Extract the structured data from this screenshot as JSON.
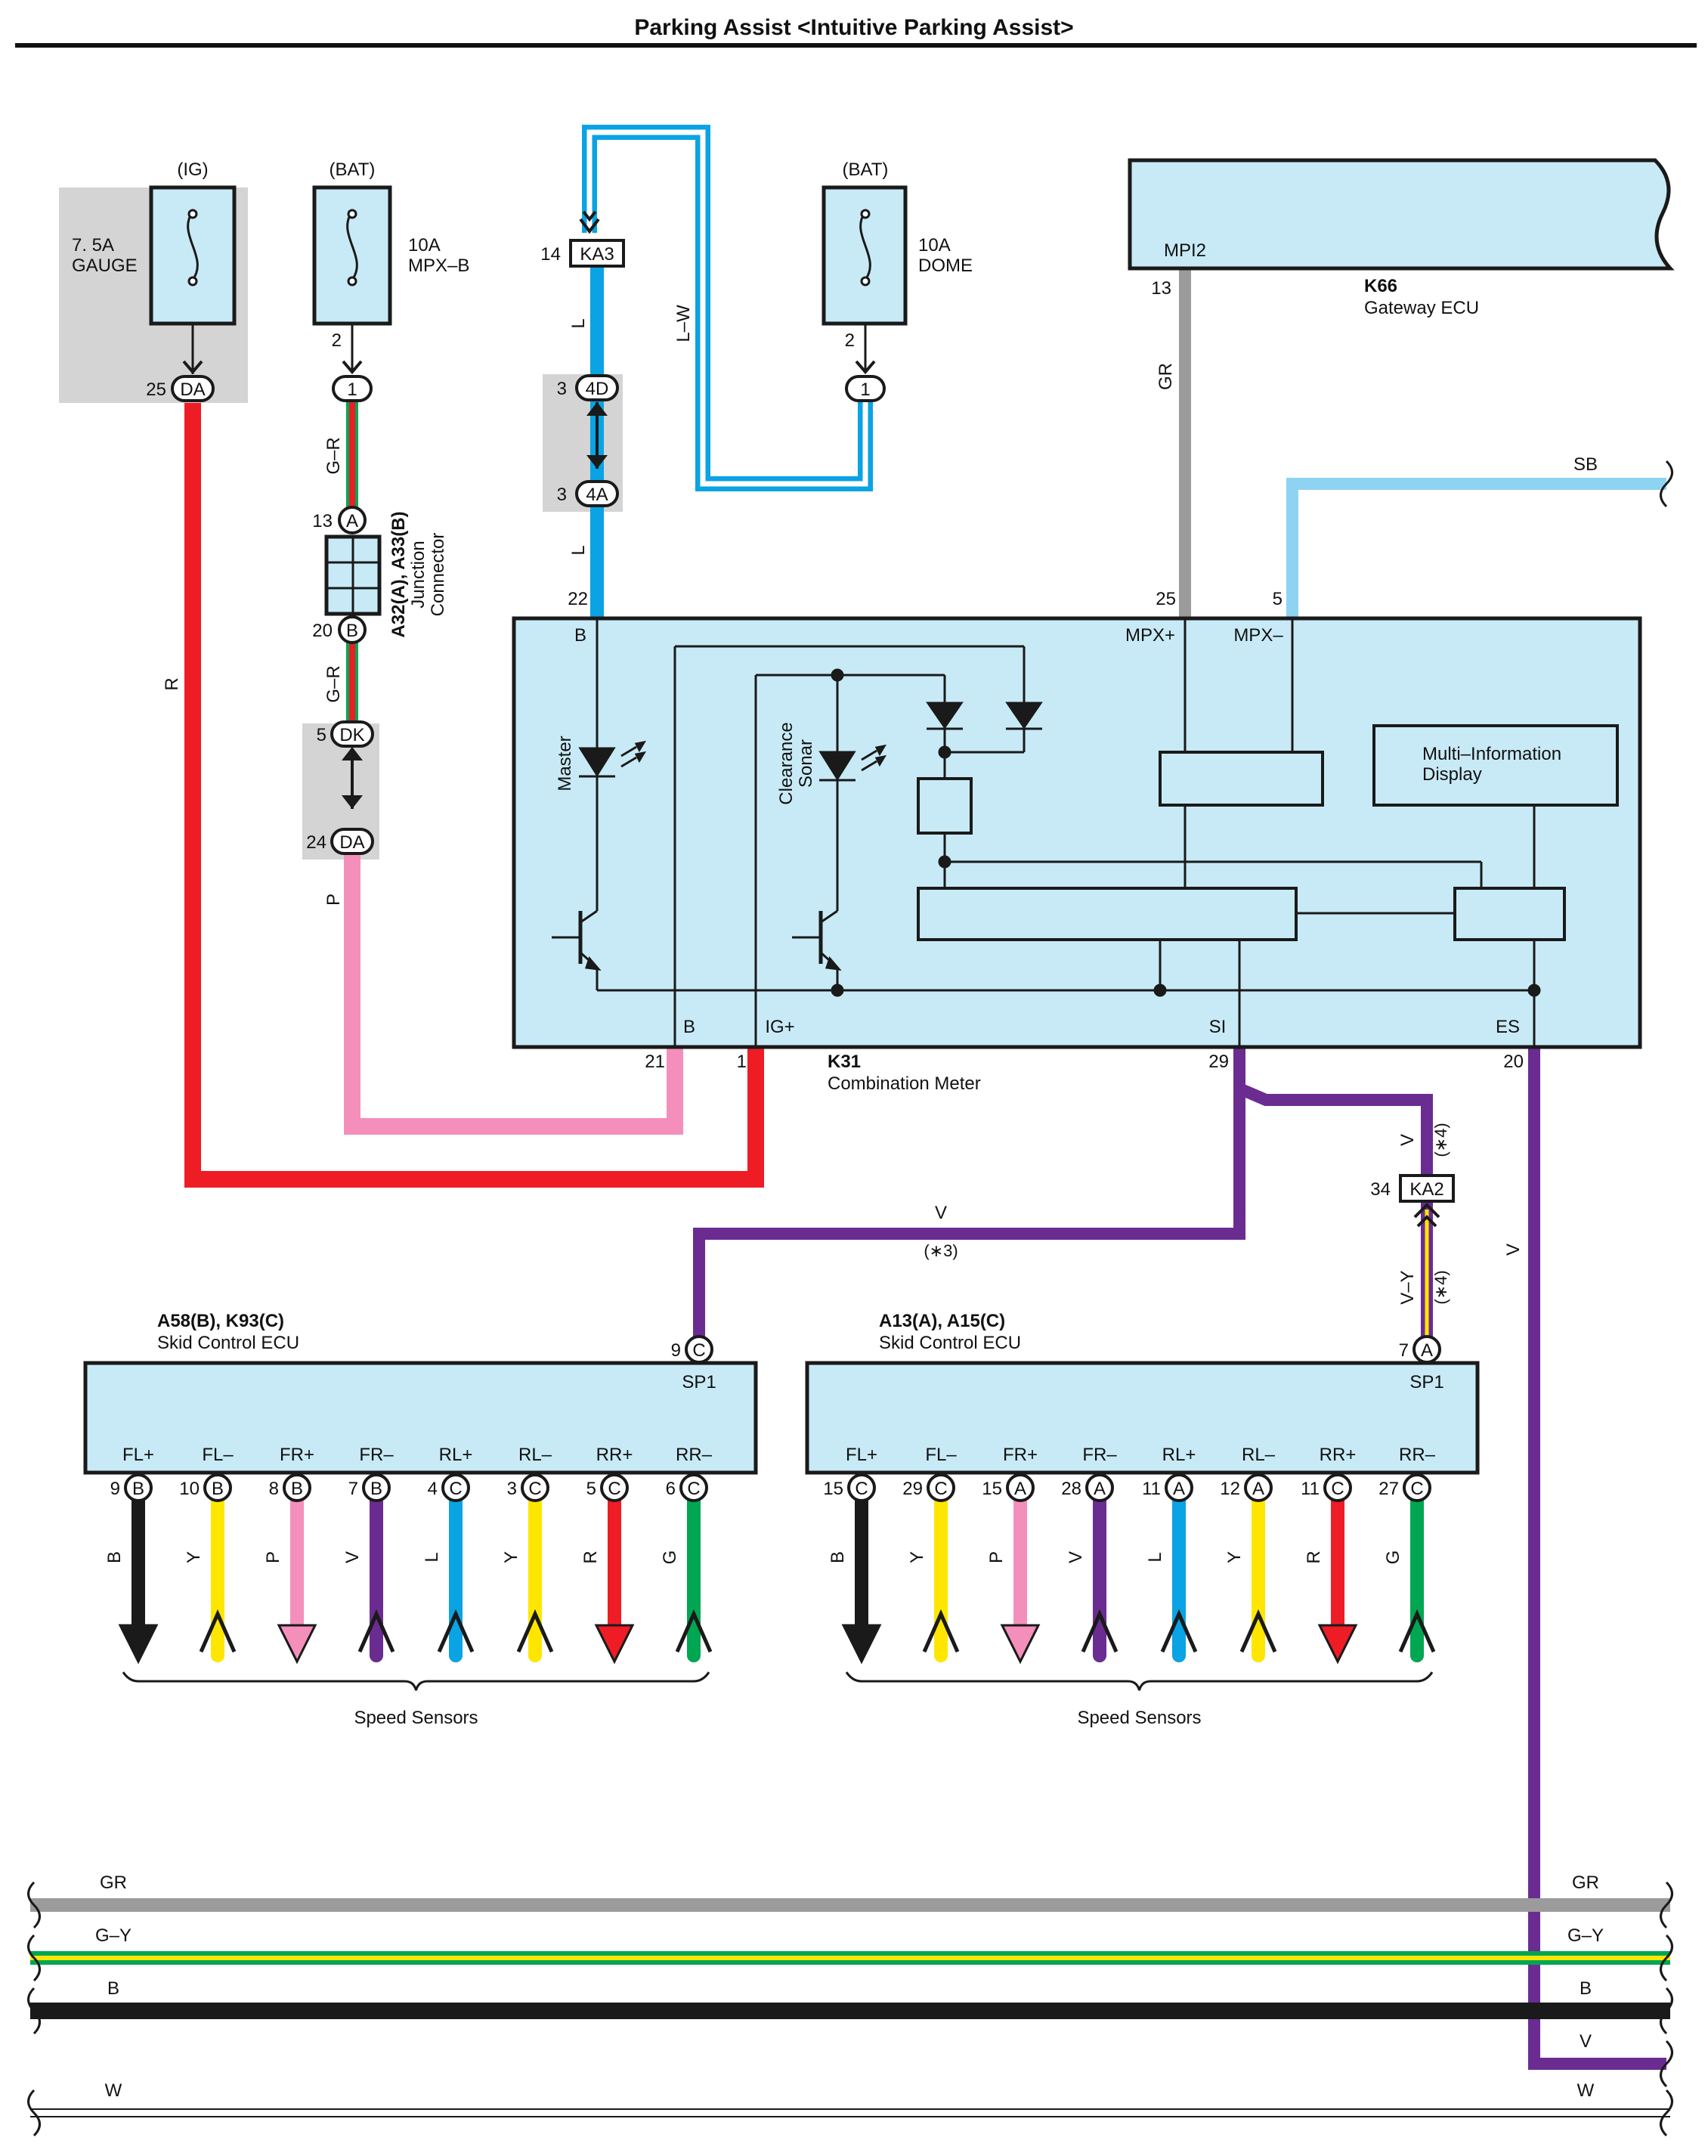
{
  "title": "Parking Assist <Intuitive Parking Assist>",
  "colors": {
    "box_fill": "#c8eaf7",
    "gray_fill": "#d4d4d4",
    "R": "#ee1c25",
    "P": "#f48fbb",
    "L": "#0aa3e3",
    "SB": "#8fd3f2",
    "GR": "#9b9b9b",
    "V": "#6b2c91",
    "Y": "#ffe600",
    "G": "#00a651",
    "B": "#1a1a1a"
  },
  "fuses": [
    {
      "supply": "(IG)",
      "rating": "7. 5A",
      "name": "GAUGE",
      "pin": "25",
      "conn": "DA"
    },
    {
      "supply": "(BAT)",
      "rating": "10A",
      "name": "MPX–B",
      "pin_top": "2",
      "pin": "",
      "conn": "1"
    },
    {
      "supply": "(BAT)",
      "rating": "10A",
      "name": "DOME",
      "pin_top": "2",
      "pin": "",
      "conn": "1"
    }
  ],
  "junction": {
    "code": "A32(A), A33(B)",
    "name_1": "Junction",
    "name_2": "Connector",
    "top_pin": "13",
    "top_conn": "A",
    "bottom_pin": "20",
    "bottom_conn": "B"
  },
  "connectors": {
    "ka3": {
      "pin": "14",
      "label": "KA3"
    },
    "c4d": {
      "pin": "3",
      "label": "4D"
    },
    "c4a": {
      "pin": "3",
      "label": "4A"
    },
    "dk": {
      "pin": "5",
      "label": "DK"
    },
    "da2": {
      "pin": "24",
      "label": "DA"
    },
    "ka2": {
      "pin": "34",
      "label": "KA2"
    }
  },
  "wire_labels": {
    "r": "R",
    "gr_top": "G–R",
    "gr_bottom": "G–R",
    "p": "P",
    "l_1": "L",
    "l_2": "L",
    "lw": "L–W",
    "gr_gw": "GR",
    "sb": "SB",
    "v_meter": "V",
    "v_note": "(∗4)",
    "vy": "V–Y",
    "vy_note": "(∗4)",
    "v_mid": "V",
    "v_mid_note": "(∗3)",
    "v_right": "V"
  },
  "gateway": {
    "code": "K66",
    "name": "Gateway ECU",
    "port": "MPI2",
    "pin": "13"
  },
  "meter": {
    "code": "K31",
    "name": "Combination Meter",
    "pin_b_top": "22",
    "label_b_top": "B",
    "pin_mpxp": "25",
    "label_mpxp": "MPX+",
    "pin_mpxm": "5",
    "label_mpxm": "MPX–",
    "pin_b": "21",
    "label_b": "B",
    "pin_ig": "1",
    "label_ig": "IG+",
    "pin_si": "29",
    "label_si": "SI",
    "pin_es": "20",
    "label_es": "ES",
    "master": "Master",
    "clearance": "Clearance",
    "sonar": "Sonar",
    "mid_1": "Multi–Information",
    "mid_2": "Display"
  },
  "skid_ecus": [
    {
      "code": "A58(B), K93(C)",
      "name": "Skid Control ECU",
      "sp_pin": "9",
      "sp_conn": "C",
      "sp_label": "SP1",
      "sensors_label": "Speed Sensors",
      "terminals": [
        {
          "label": "FL+",
          "pin": "9",
          "conn": "B",
          "wire": "B"
        },
        {
          "label": "FL–",
          "pin": "10",
          "conn": "B",
          "wire": "Y"
        },
        {
          "label": "FR+",
          "pin": "8",
          "conn": "B",
          "wire": "P"
        },
        {
          "label": "FR–",
          "pin": "7",
          "conn": "B",
          "wire": "V"
        },
        {
          "label": "RL+",
          "pin": "4",
          "conn": "C",
          "wire": "L"
        },
        {
          "label": "RL–",
          "pin": "3",
          "conn": "C",
          "wire": "Y"
        },
        {
          "label": "RR+",
          "pin": "5",
          "conn": "C",
          "wire": "R"
        },
        {
          "label": "RR–",
          "pin": "6",
          "conn": "C",
          "wire": "G"
        }
      ]
    },
    {
      "code": "A13(A), A15(C)",
      "name": "Skid Control ECU",
      "sp_pin": "7",
      "sp_conn": "A",
      "sp_label": "SP1",
      "sensors_label": "Speed Sensors",
      "terminals": [
        {
          "label": "FL+",
          "pin": "15",
          "conn": "C",
          "wire": "B"
        },
        {
          "label": "FL–",
          "pin": "29",
          "conn": "C",
          "wire": "Y"
        },
        {
          "label": "FR+",
          "pin": "15",
          "conn": "A",
          "wire": "P"
        },
        {
          "label": "FR–",
          "pin": "28",
          "conn": "A",
          "wire": "V"
        },
        {
          "label": "RL+",
          "pin": "11",
          "conn": "A",
          "wire": "L"
        },
        {
          "label": "RL–",
          "pin": "12",
          "conn": "A",
          "wire": "Y"
        },
        {
          "label": "RR+",
          "pin": "11",
          "conn": "C",
          "wire": "R"
        },
        {
          "label": "RR–",
          "pin": "27",
          "conn": "C",
          "wire": "G"
        }
      ]
    }
  ],
  "buses": [
    {
      "label": "GR",
      "label_r": "GR"
    },
    {
      "label": "G–Y",
      "label_r": "G–Y"
    },
    {
      "label": "B",
      "label_r": "B"
    },
    {
      "label": "",
      "label_r": "V"
    },
    {
      "label": "W",
      "label_r": "W"
    }
  ]
}
